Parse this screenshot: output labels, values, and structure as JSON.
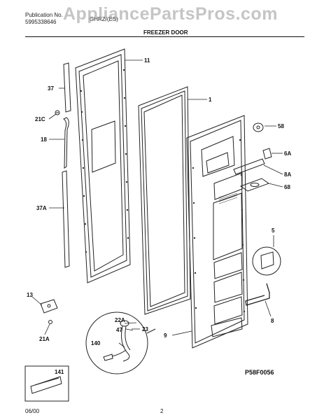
{
  "header": {
    "publication_label": "Publication No.",
    "publication_number": "5995338646",
    "model": "GHRZ/(ES)",
    "watermark": "AppliancePartsPros.com"
  },
  "section_title": "FREEZER DOOR",
  "callouts": {
    "c11": "11",
    "c1": "1",
    "c37": "37",
    "c21c": "21C",
    "c18": "18",
    "c37a": "37A",
    "c58": "58",
    "c6a": "6A",
    "c8a": "8A",
    "c68": "68",
    "c5": "5",
    "c13": "13",
    "c21a": "21A",
    "c22a": "22A",
    "c47": "47",
    "c23": "23",
    "c140": "140",
    "c9": "9",
    "c8": "8",
    "c141": "141"
  },
  "diagram_code": "P58F0056",
  "footer": {
    "date": "06/00",
    "page": "2"
  }
}
